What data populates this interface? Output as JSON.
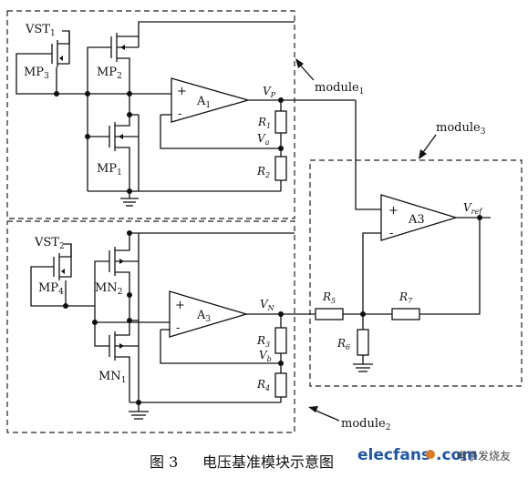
{
  "diagram": {
    "modules": {
      "module1": "module",
      "module1_sub": "1",
      "module2": "module",
      "module2_sub": "2",
      "module3": "module",
      "module3_sub": "3"
    },
    "transistors": {
      "vst1": "VST",
      "vst1_sub": "1",
      "mp3": "MP",
      "mp3_sub": "3",
      "mp2": "MP",
      "mp2_sub": "2",
      "mp1": "MP",
      "mp1_sub": "1",
      "vst2": "VST",
      "vst2_sub": "2",
      "mp4": "MP",
      "mp4_sub": "4",
      "mn2": "MN",
      "mn2_sub": "2",
      "mn1": "MN",
      "mn1_sub": "1"
    },
    "amplifiers": {
      "a1": "A",
      "a1_sub": "1",
      "a2": "A",
      "a2_sub": "3",
      "a3": "A3",
      "plus": "+",
      "minus": "-"
    },
    "resistors": {
      "r1": "R",
      "r1_sub": "1",
      "r2": "R",
      "r2_sub": "2",
      "r3": "R",
      "r3_sub": "3",
      "r4": "R",
      "r4_sub": "4",
      "r5": "R",
      "r5_sub": "5",
      "r6": "R",
      "r6_sub": "6",
      "r7": "R",
      "r7_sub": "7"
    },
    "nodes": {
      "vp": "V",
      "vp_sub": "P",
      "va": "V",
      "va_sub": "a",
      "vn": "V",
      "vn_sub": "N",
      "vb": "V",
      "vb_sub": "b",
      "vref": "V",
      "vref_sub": "ref"
    }
  },
  "caption": {
    "figure_number": "图 3",
    "title": "电压基准模块示意图"
  },
  "watermark": {
    "brand": "elecfans",
    "domain": ".com",
    "chinese": "电子发烧友"
  }
}
